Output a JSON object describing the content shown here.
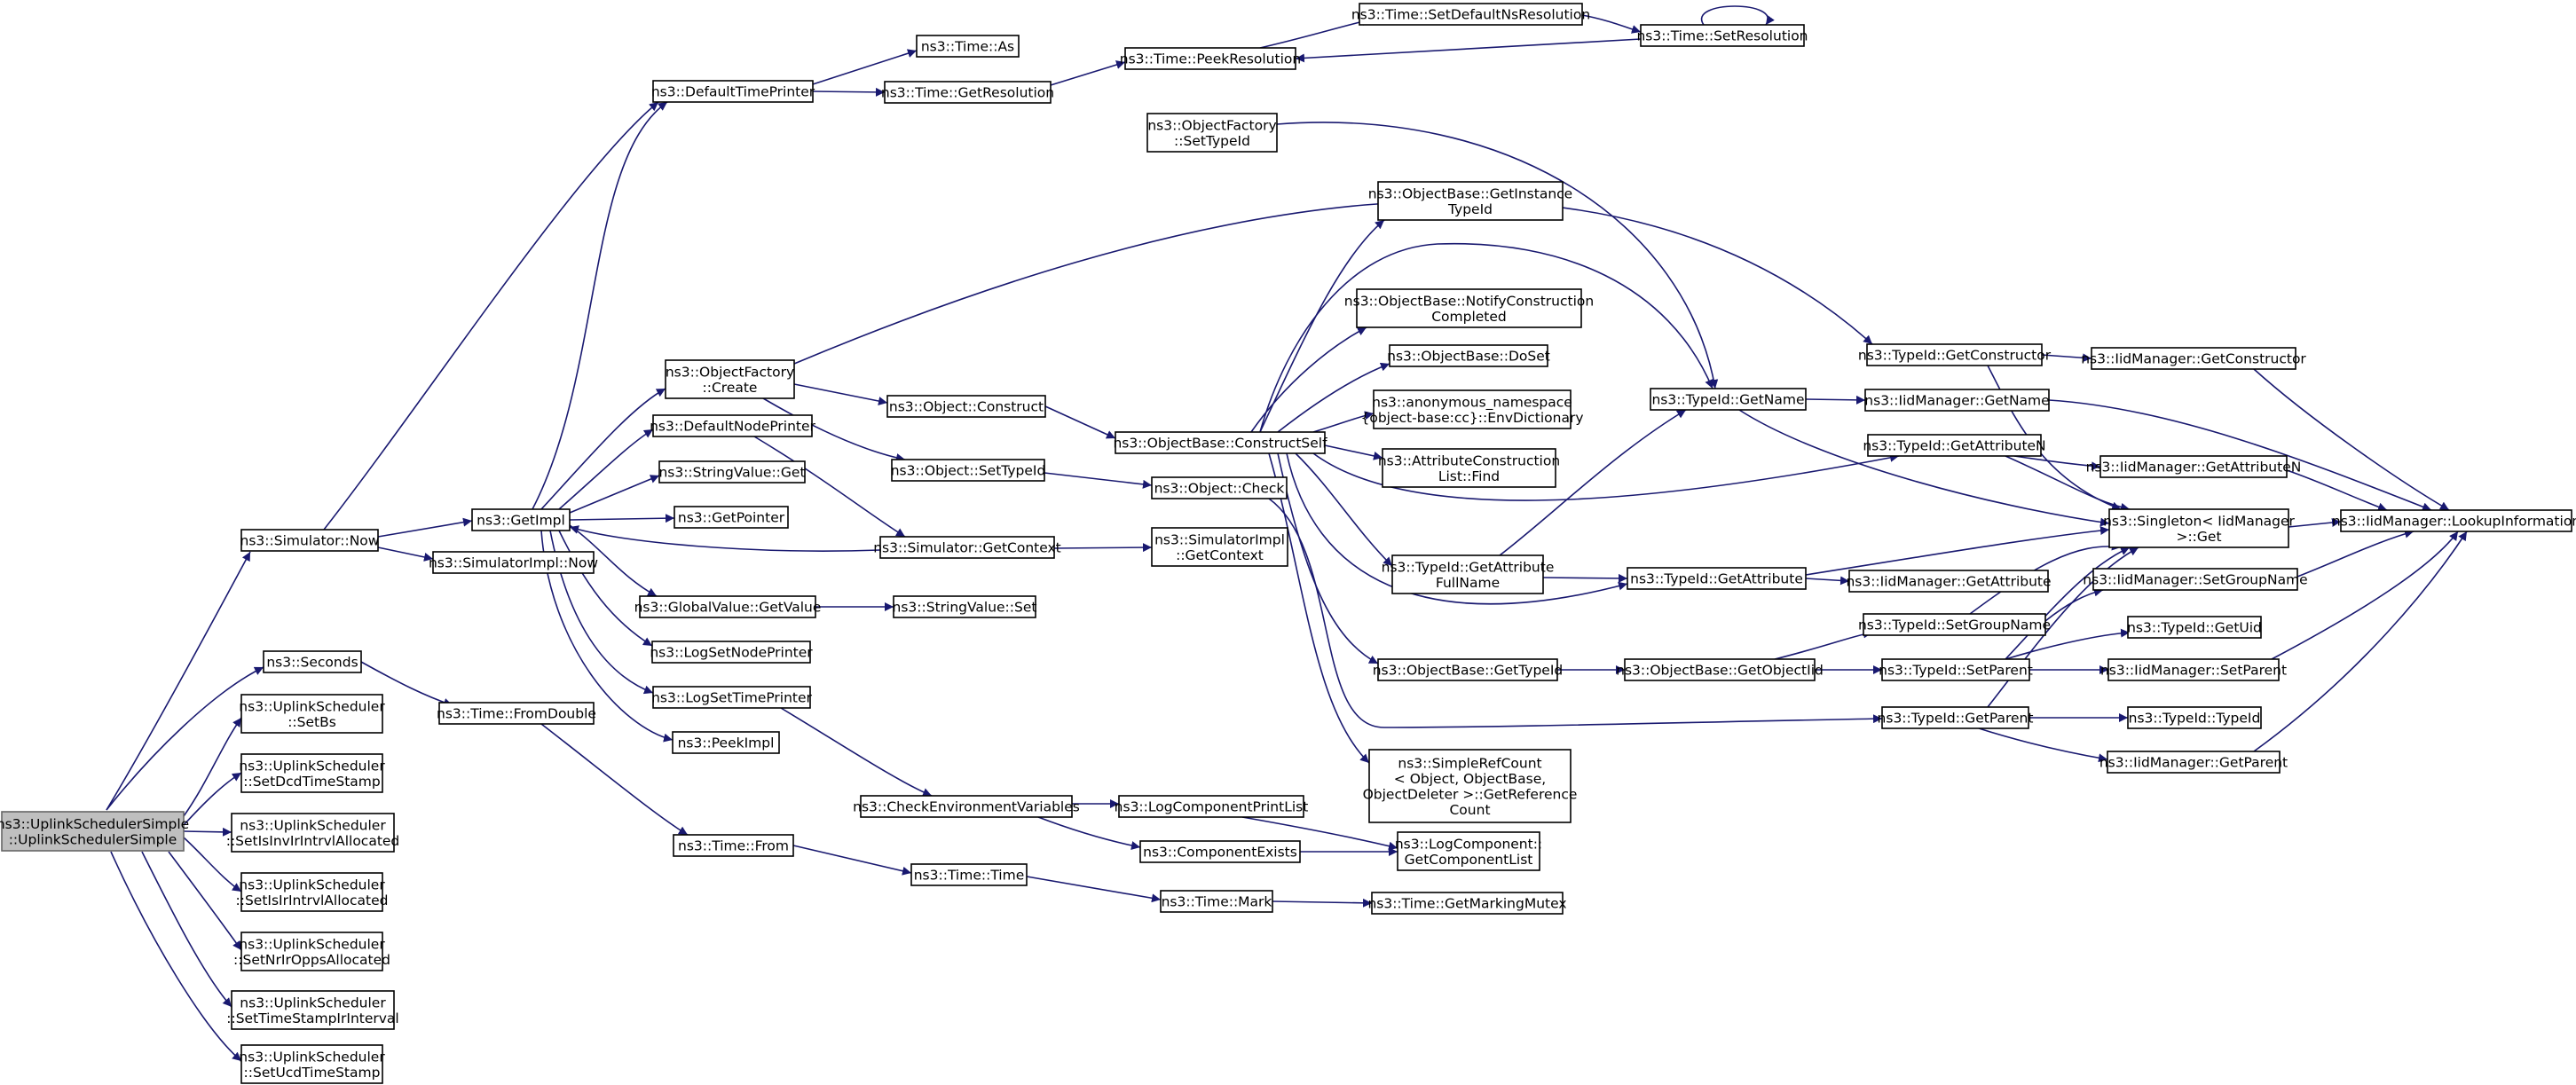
{
  "graph": {
    "colors": {
      "edge": "#191970",
      "node_border": "#000000",
      "root_fill": "#bfbfbf",
      "root_border": "#666666",
      "background": "#ffffff"
    },
    "nodes": [
      {
        "id": "root",
        "lines": [
          "ns3::UplinkSchedulerSimple",
          "::UplinkSchedulerSimple"
        ]
      },
      {
        "id": "simnow",
        "lines": [
          "ns3::Simulator::Now"
        ]
      },
      {
        "id": "seconds",
        "lines": [
          "ns3::Seconds"
        ]
      },
      {
        "id": "setbs",
        "lines": [
          "ns3::UplinkScheduler",
          "::SetBs"
        ]
      },
      {
        "id": "setdcd",
        "lines": [
          "ns3::UplinkScheduler",
          "::SetDcdTimeStamp"
        ]
      },
      {
        "id": "setisinv",
        "lines": [
          "ns3::UplinkScheduler",
          "::SetIsInvIrIntrvlAllocated"
        ]
      },
      {
        "id": "setisir",
        "lines": [
          "ns3::UplinkScheduler",
          "::SetIsIrIntrvlAllocated"
        ]
      },
      {
        "id": "setnrir",
        "lines": [
          "ns3::UplinkScheduler",
          "::SetNrIrOppsAllocated"
        ]
      },
      {
        "id": "settsir",
        "lines": [
          "ns3::UplinkScheduler",
          "::SetTimeStampIrInterval"
        ]
      },
      {
        "id": "setucd",
        "lines": [
          "ns3::UplinkScheduler",
          "::SetUcdTimeStamp"
        ]
      },
      {
        "id": "getimpl",
        "lines": [
          "ns3::GetImpl"
        ]
      },
      {
        "id": "simimplnow",
        "lines": [
          "ns3::SimulatorImpl::Now"
        ]
      },
      {
        "id": "fromdouble",
        "lines": [
          "ns3::Time::FromDouble"
        ]
      },
      {
        "id": "deftimeprinter",
        "lines": [
          "ns3::DefaultTimePrinter"
        ]
      },
      {
        "id": "ofcreate",
        "lines": [
          "ns3::ObjectFactory",
          "::Create"
        ]
      },
      {
        "id": "defnodeprinter",
        "lines": [
          "ns3::DefaultNodePrinter"
        ]
      },
      {
        "id": "svget",
        "lines": [
          "ns3::StringValue::Get"
        ]
      },
      {
        "id": "getpointer",
        "lines": [
          "ns3::GetPointer"
        ]
      },
      {
        "id": "gvgetvalue",
        "lines": [
          "ns3::GlobalValue::GetValue"
        ]
      },
      {
        "id": "logsetnode",
        "lines": [
          "ns3::LogSetNodePrinter"
        ]
      },
      {
        "id": "logsettime",
        "lines": [
          "ns3::LogSetTimePrinter"
        ]
      },
      {
        "id": "peekimpl",
        "lines": [
          "ns3::PeekImpl"
        ]
      },
      {
        "id": "timefrom",
        "lines": [
          "ns3::Time::From"
        ]
      },
      {
        "id": "timeas",
        "lines": [
          "ns3::Time::As"
        ]
      },
      {
        "id": "timegetres",
        "lines": [
          "ns3::Time::GetResolution"
        ]
      },
      {
        "id": "objconstruct",
        "lines": [
          "ns3::Object::Construct"
        ]
      },
      {
        "id": "objsettypeid",
        "lines": [
          "ns3::Object::SetTypeId"
        ]
      },
      {
        "id": "simgetctx",
        "lines": [
          "ns3::Simulator::GetContext"
        ]
      },
      {
        "id": "svset",
        "lines": [
          "ns3::StringValue::Set"
        ]
      },
      {
        "id": "checkenv",
        "lines": [
          "ns3::CheckEnvironmentVariables"
        ]
      },
      {
        "id": "timetime",
        "lines": [
          "ns3::Time::Time"
        ]
      },
      {
        "id": "timepeekres",
        "lines": [
          "ns3::Time::PeekResolution"
        ]
      },
      {
        "id": "ofsettypeid",
        "lines": [
          "ns3::ObjectFactory",
          "::SetTypeId"
        ]
      },
      {
        "id": "obconstructself",
        "lines": [
          "ns3::ObjectBase::ConstructSelf"
        ]
      },
      {
        "id": "objcheck",
        "lines": [
          "ns3::Object::Check"
        ]
      },
      {
        "id": "simimplgetctx",
        "lines": [
          "ns3::SimulatorImpl",
          "::GetContext"
        ]
      },
      {
        "id": "logcompprint",
        "lines": [
          "ns3::LogComponentPrintList"
        ]
      },
      {
        "id": "compexists",
        "lines": [
          "ns3::ComponentExists"
        ]
      },
      {
        "id": "timemark",
        "lines": [
          "ns3::Time::Mark"
        ]
      },
      {
        "id": "setdefns",
        "lines": [
          "ns3::Time::SetDefaultNsResolution"
        ]
      },
      {
        "id": "obgetinst",
        "lines": [
          "ns3::ObjectBase::GetInstance",
          "TypeId"
        ]
      },
      {
        "id": "obnotify",
        "lines": [
          "ns3::ObjectBase::NotifyConstruction",
          "Completed"
        ]
      },
      {
        "id": "obdoset",
        "lines": [
          "ns3::ObjectBase::DoSet"
        ]
      },
      {
        "id": "anonenv",
        "lines": [
          "ns3::anonymous_namespace",
          "{object-base:cc}::EnvDictionary"
        ]
      },
      {
        "id": "acfind",
        "lines": [
          "ns3::AttributeConstruction",
          "List::Find"
        ]
      },
      {
        "id": "tigetattrfull",
        "lines": [
          "ns3::TypeId::GetAttribute",
          "FullName"
        ]
      },
      {
        "id": "obgettypeid",
        "lines": [
          "ns3::ObjectBase::GetTypeId"
        ]
      },
      {
        "id": "simplerefcount",
        "lines": [
          "ns3::SimpleRefCount",
          "< Object, ObjectBase,",
          "ObjectDeleter >::GetReference",
          "Count"
        ]
      },
      {
        "id": "logcompgetlist",
        "lines": [
          "ns3::LogComponent::",
          "GetComponentList"
        ]
      },
      {
        "id": "getmarkingmutex",
        "lines": [
          "ns3::Time::GetMarkingMutex"
        ]
      },
      {
        "id": "timesetres",
        "lines": [
          "ns3::Time::SetResolution"
        ]
      },
      {
        "id": "tigetname",
        "lines": [
          "ns3::TypeId::GetName"
        ]
      },
      {
        "id": "tigetattr",
        "lines": [
          "ns3::TypeId::GetAttribute"
        ]
      },
      {
        "id": "obgetobjtid",
        "lines": [
          "ns3::ObjectBase::GetObjectIid"
        ]
      },
      {
        "id": "tigetconstructor",
        "lines": [
          "ns3::TypeId::GetConstructor"
        ]
      },
      {
        "id": "tigetattrn",
        "lines": [
          "ns3::TypeId::GetAttributeN"
        ]
      },
      {
        "id": "tisetgroup",
        "lines": [
          "ns3::TypeId::SetGroupName"
        ]
      },
      {
        "id": "tisetparent",
        "lines": [
          "ns3::TypeId::SetParent"
        ]
      },
      {
        "id": "tigetparent",
        "lines": [
          "ns3::TypeId::GetParent"
        ]
      },
      {
        "id": "iidgetconstructor",
        "lines": [
          "ns3::IidManager::GetConstructor"
        ]
      },
      {
        "id": "iidgetname",
        "lines": [
          "ns3::IidManager::GetName"
        ]
      },
      {
        "id": "iidgetattrn",
        "lines": [
          "ns3::IidManager::GetAttributeN"
        ]
      },
      {
        "id": "singleton",
        "lines": [
          "ns3::Singleton< IidManager",
          "  >::Get"
        ]
      },
      {
        "id": "iidgetattr",
        "lines": [
          "ns3::IidManager::GetAttribute"
        ]
      },
      {
        "id": "iidsetgroup",
        "lines": [
          "ns3::IidManager::SetGroupName"
        ]
      },
      {
        "id": "tigetuid",
        "lines": [
          "ns3::TypeId::GetUid"
        ]
      },
      {
        "id": "iidsetparent",
        "lines": [
          "ns3::IidManager::SetParent"
        ]
      },
      {
        "id": "titypeid",
        "lines": [
          "ns3::TypeId::TypeId"
        ]
      },
      {
        "id": "iidgetparent",
        "lines": [
          "ns3::IidManager::GetParent"
        ]
      },
      {
        "id": "iidlookup",
        "lines": [
          "ns3::IidManager::LookupInformation"
        ]
      }
    ]
  }
}
